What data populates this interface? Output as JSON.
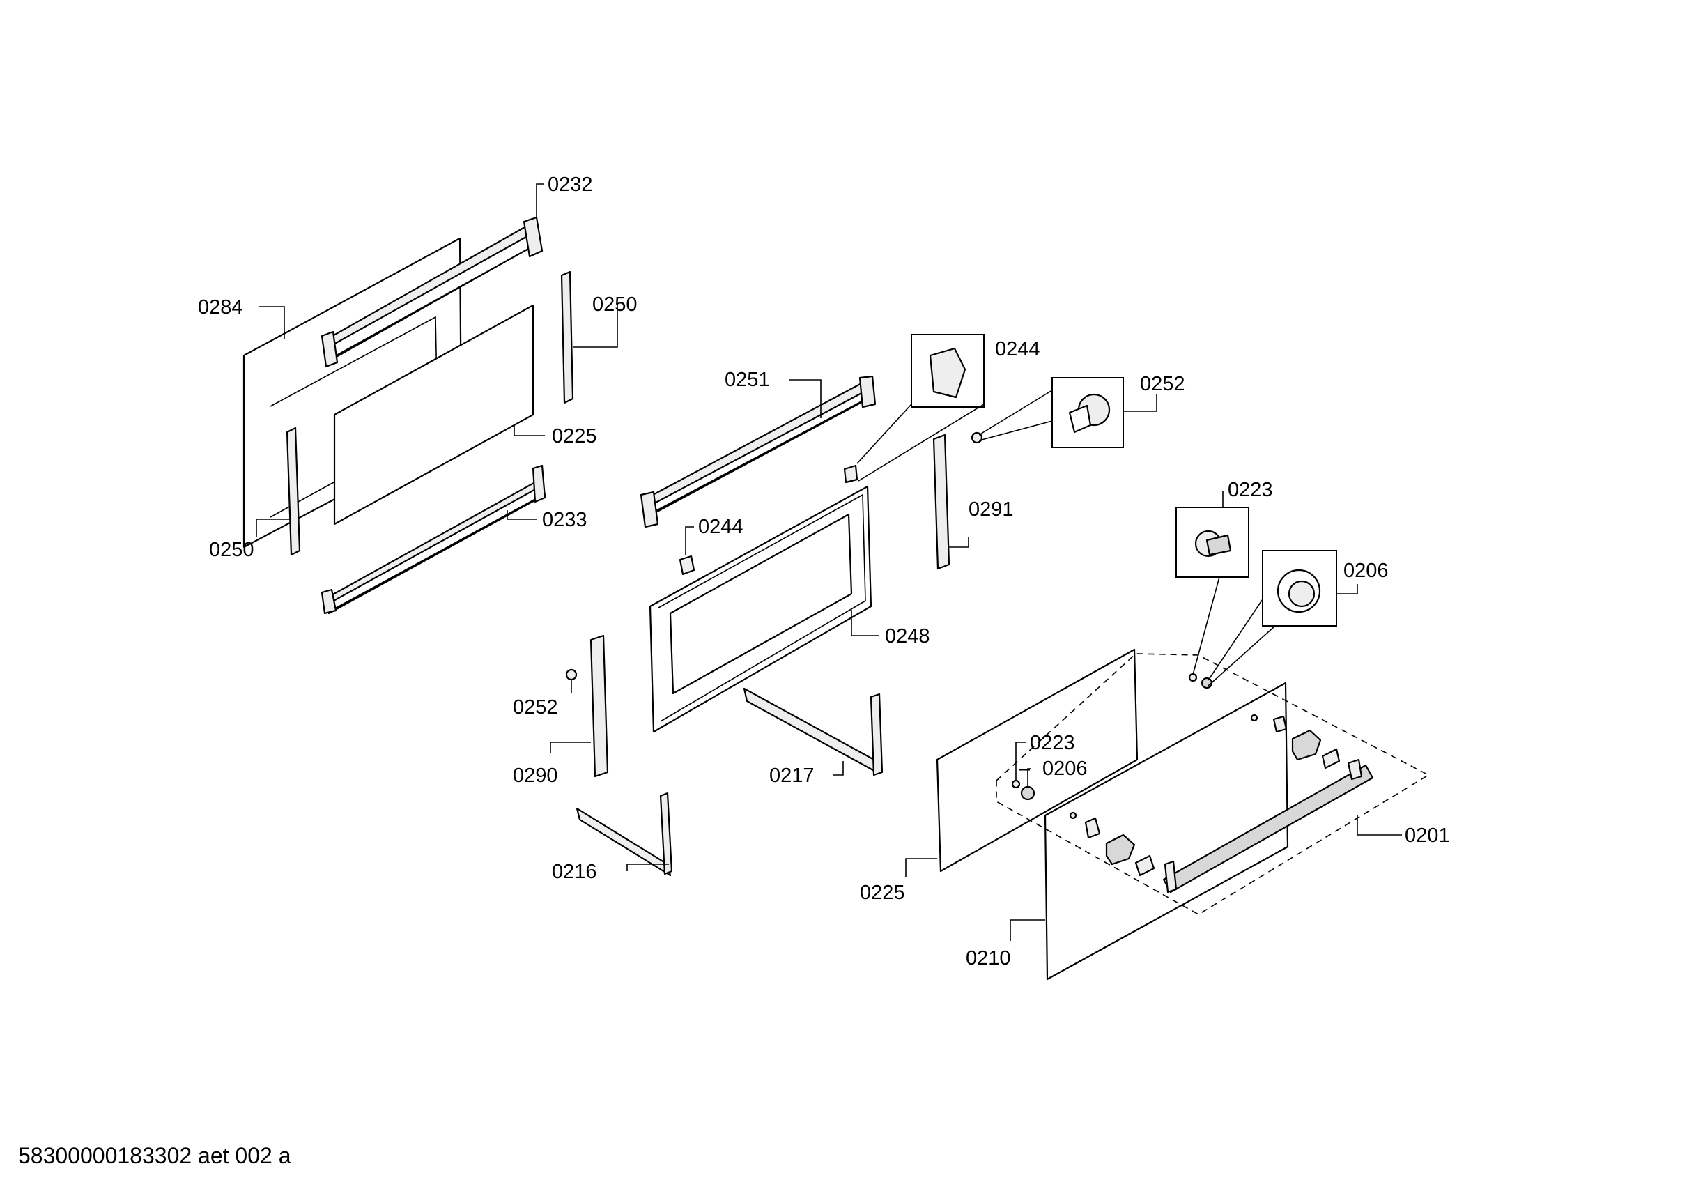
{
  "document": {
    "footer_code": "58300000183302 aet 002 a"
  },
  "callouts": {
    "c0232": "0232",
    "c0284": "0284",
    "c0250_top": "0250",
    "c0225_top": "0225",
    "c0250_left": "0250",
    "c0233": "0233",
    "c0251": "0251",
    "c0244_top": "0244",
    "c0252_top": "0252",
    "c0291": "0291",
    "c0244_mid": "0244",
    "c0248": "0248",
    "c0223_top": "0223",
    "c0206_top": "0206",
    "c0252_mid": "0252",
    "c0290": "0290",
    "c0217": "0217",
    "c0216": "0216",
    "c0223_mid": "0223",
    "c0206_mid": "0206",
    "c0201": "0201",
    "c0225_bottom": "0225",
    "c0210": "0210"
  }
}
